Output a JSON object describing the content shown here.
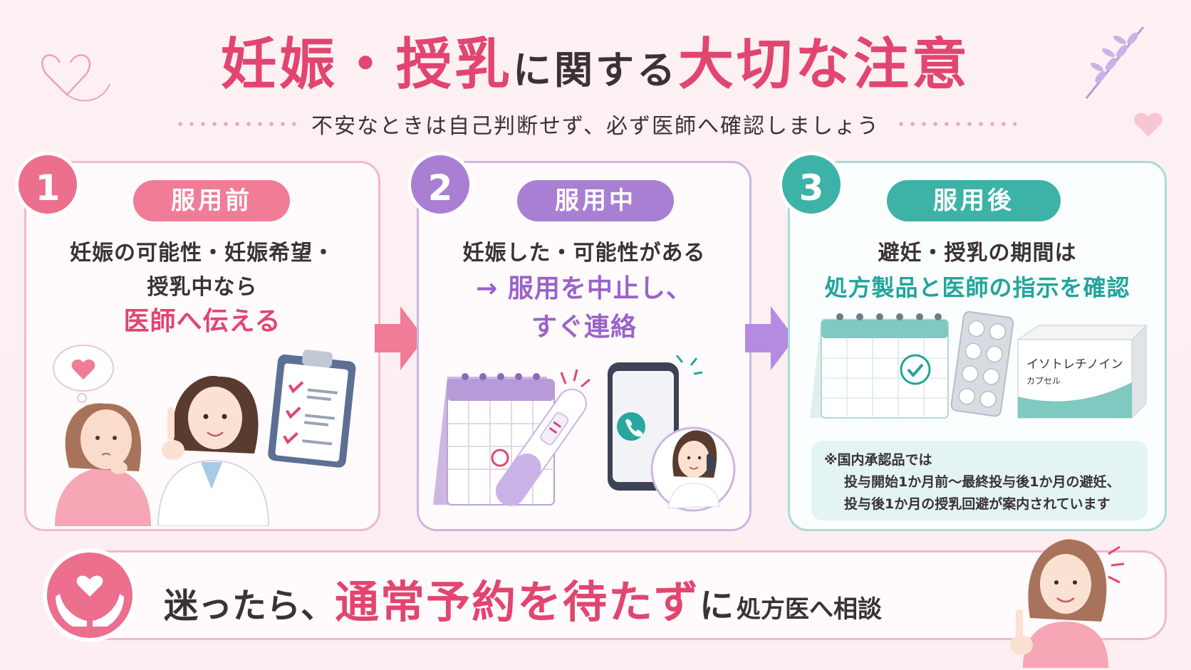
{
  "header": {
    "title_part1": "妊娠・授乳",
    "title_part2": "に関する",
    "title_part3": "大切な注意",
    "subtitle": "不安なときは自己判断せず、必ず医師へ確認しましょう"
  },
  "steps": [
    {
      "number": "1",
      "label": "服用前",
      "line1": "妊娠の可能性・妊娠希望・",
      "line2": "授乳中なら",
      "highlight": "医師へ伝える"
    },
    {
      "number": "2",
      "label": "服用中",
      "line1": "妊娠した・可能性がある",
      "highlight1": "→ 服用を中止し、",
      "highlight2": "すぐ連絡"
    },
    {
      "number": "3",
      "label": "服用後",
      "line1": "避妊・授乳の期間は",
      "highlight": "処方製品と医師の指示を確認",
      "product_name": "イソトレチノイン",
      "product_form": "カプセル",
      "note_line1": "※国内承認品では",
      "note_line2": "投与開始1か月前〜最終投与後1か月の避妊、",
      "note_line3": "投与後1か月の授乳回避が案内されています"
    }
  ],
  "banner": {
    "text1": "迷ったら、",
    "text2": "通常予約を待たず",
    "text3": "に",
    "text4": "処方医へ相談"
  },
  "colors": {
    "pink": "#e2456f",
    "pink_soft": "#ec6f8e",
    "purple": "#9a63c9",
    "teal": "#21a59b"
  },
  "icons": [
    "heart-icon",
    "lavender-sprig-icon",
    "calendar-icon",
    "pregnancy-test-icon",
    "smartphone-icon",
    "phone-call-icon",
    "checkmark-icon",
    "pill-blister-icon",
    "medicine-box-icon",
    "clipboard-icon",
    "hands-heart-icon"
  ]
}
